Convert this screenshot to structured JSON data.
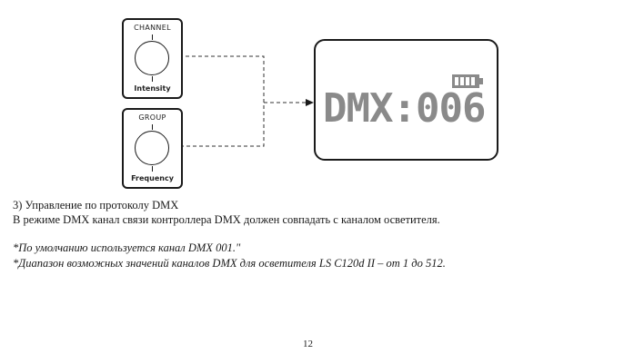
{
  "diagram": {
    "channel_knob": {
      "caption": "CHANNEL",
      "label": "Intensity"
    },
    "group_knob": {
      "caption": "GROUP",
      "label": "Frequency"
    },
    "display": {
      "text": "DMX:006",
      "battery_icon": "battery-full-icon"
    }
  },
  "section": {
    "heading": "3) Управление по протоколу DMX",
    "body": "В режиме DMX канал связи контроллера DMX должен совпадать с каналом осветителя."
  },
  "notes": [
    "*По умолчанию используется канал DMX 001.\"",
    "*Диапазон возможных значений каналов DMX для осветителя LS C120d II – от 1 до 512."
  ],
  "page_number": "12"
}
